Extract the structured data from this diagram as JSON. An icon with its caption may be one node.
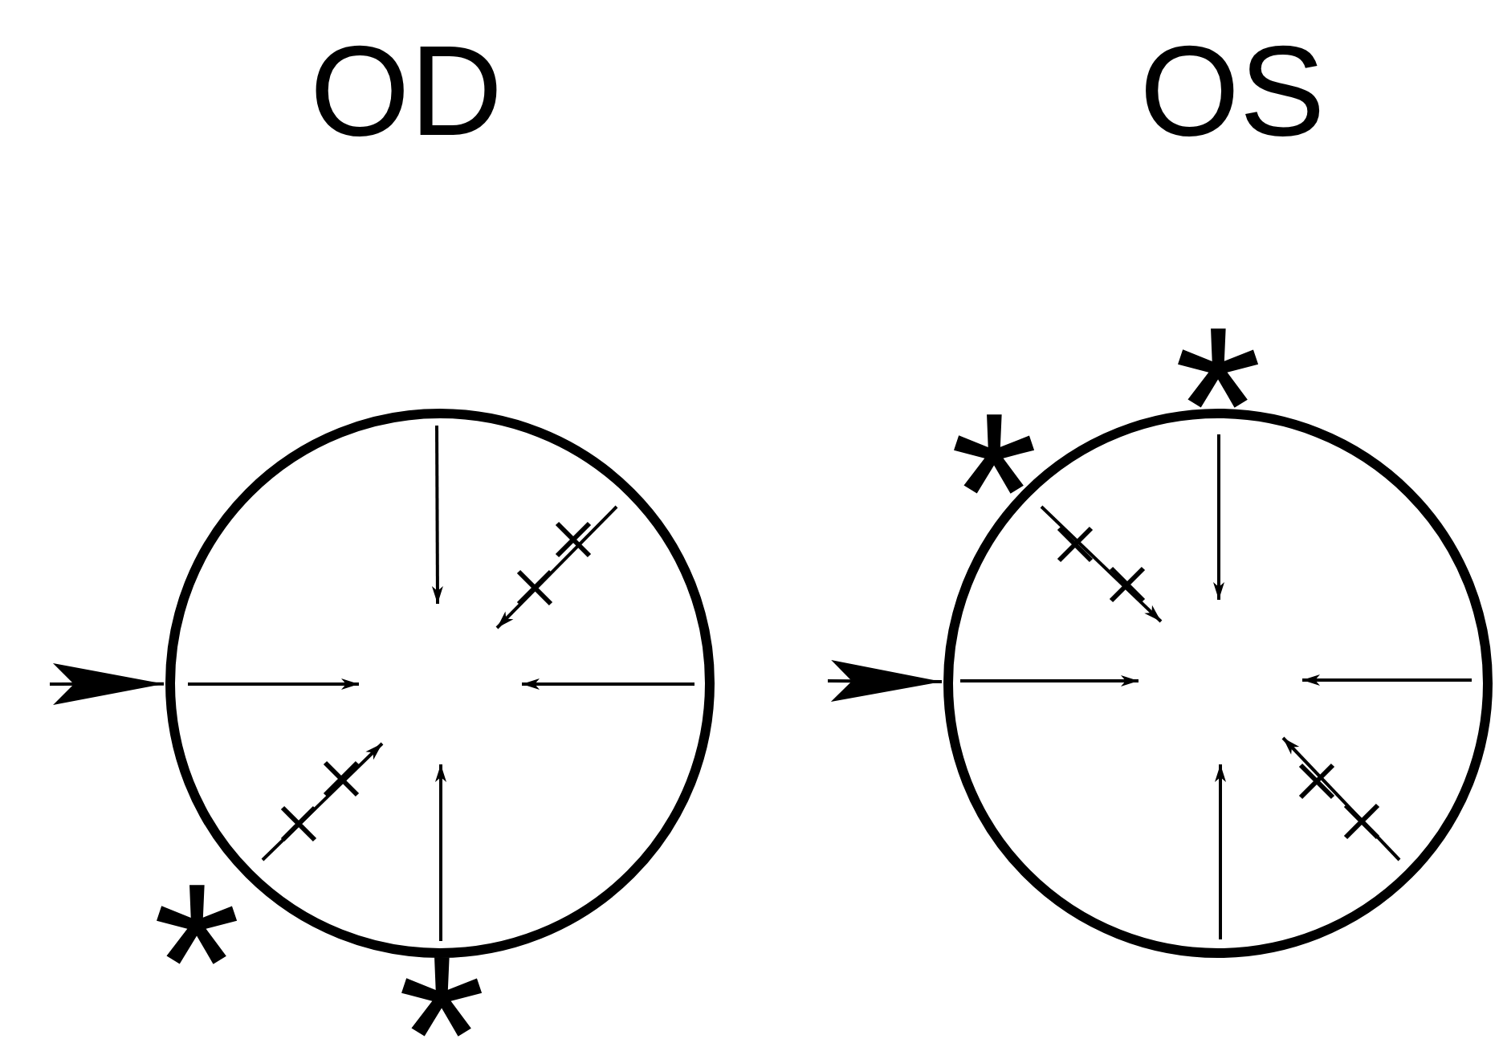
{
  "diagram": {
    "nodes": [
      {
        "text": [],
        "shape": "circle"
      },
      {
        "text": [],
        "shape": "circle"
      }
    ],
    "edges": [
      {
        "from": null,
        "to": 0,
        "arrow": "to"
      },
      {
        "from": null,
        "to": 1,
        "arrow": "to"
      }
    ],
    "labels": [
      "OD",
      "OS",
      "*",
      "*",
      "*",
      "*"
    ]
  }
}
